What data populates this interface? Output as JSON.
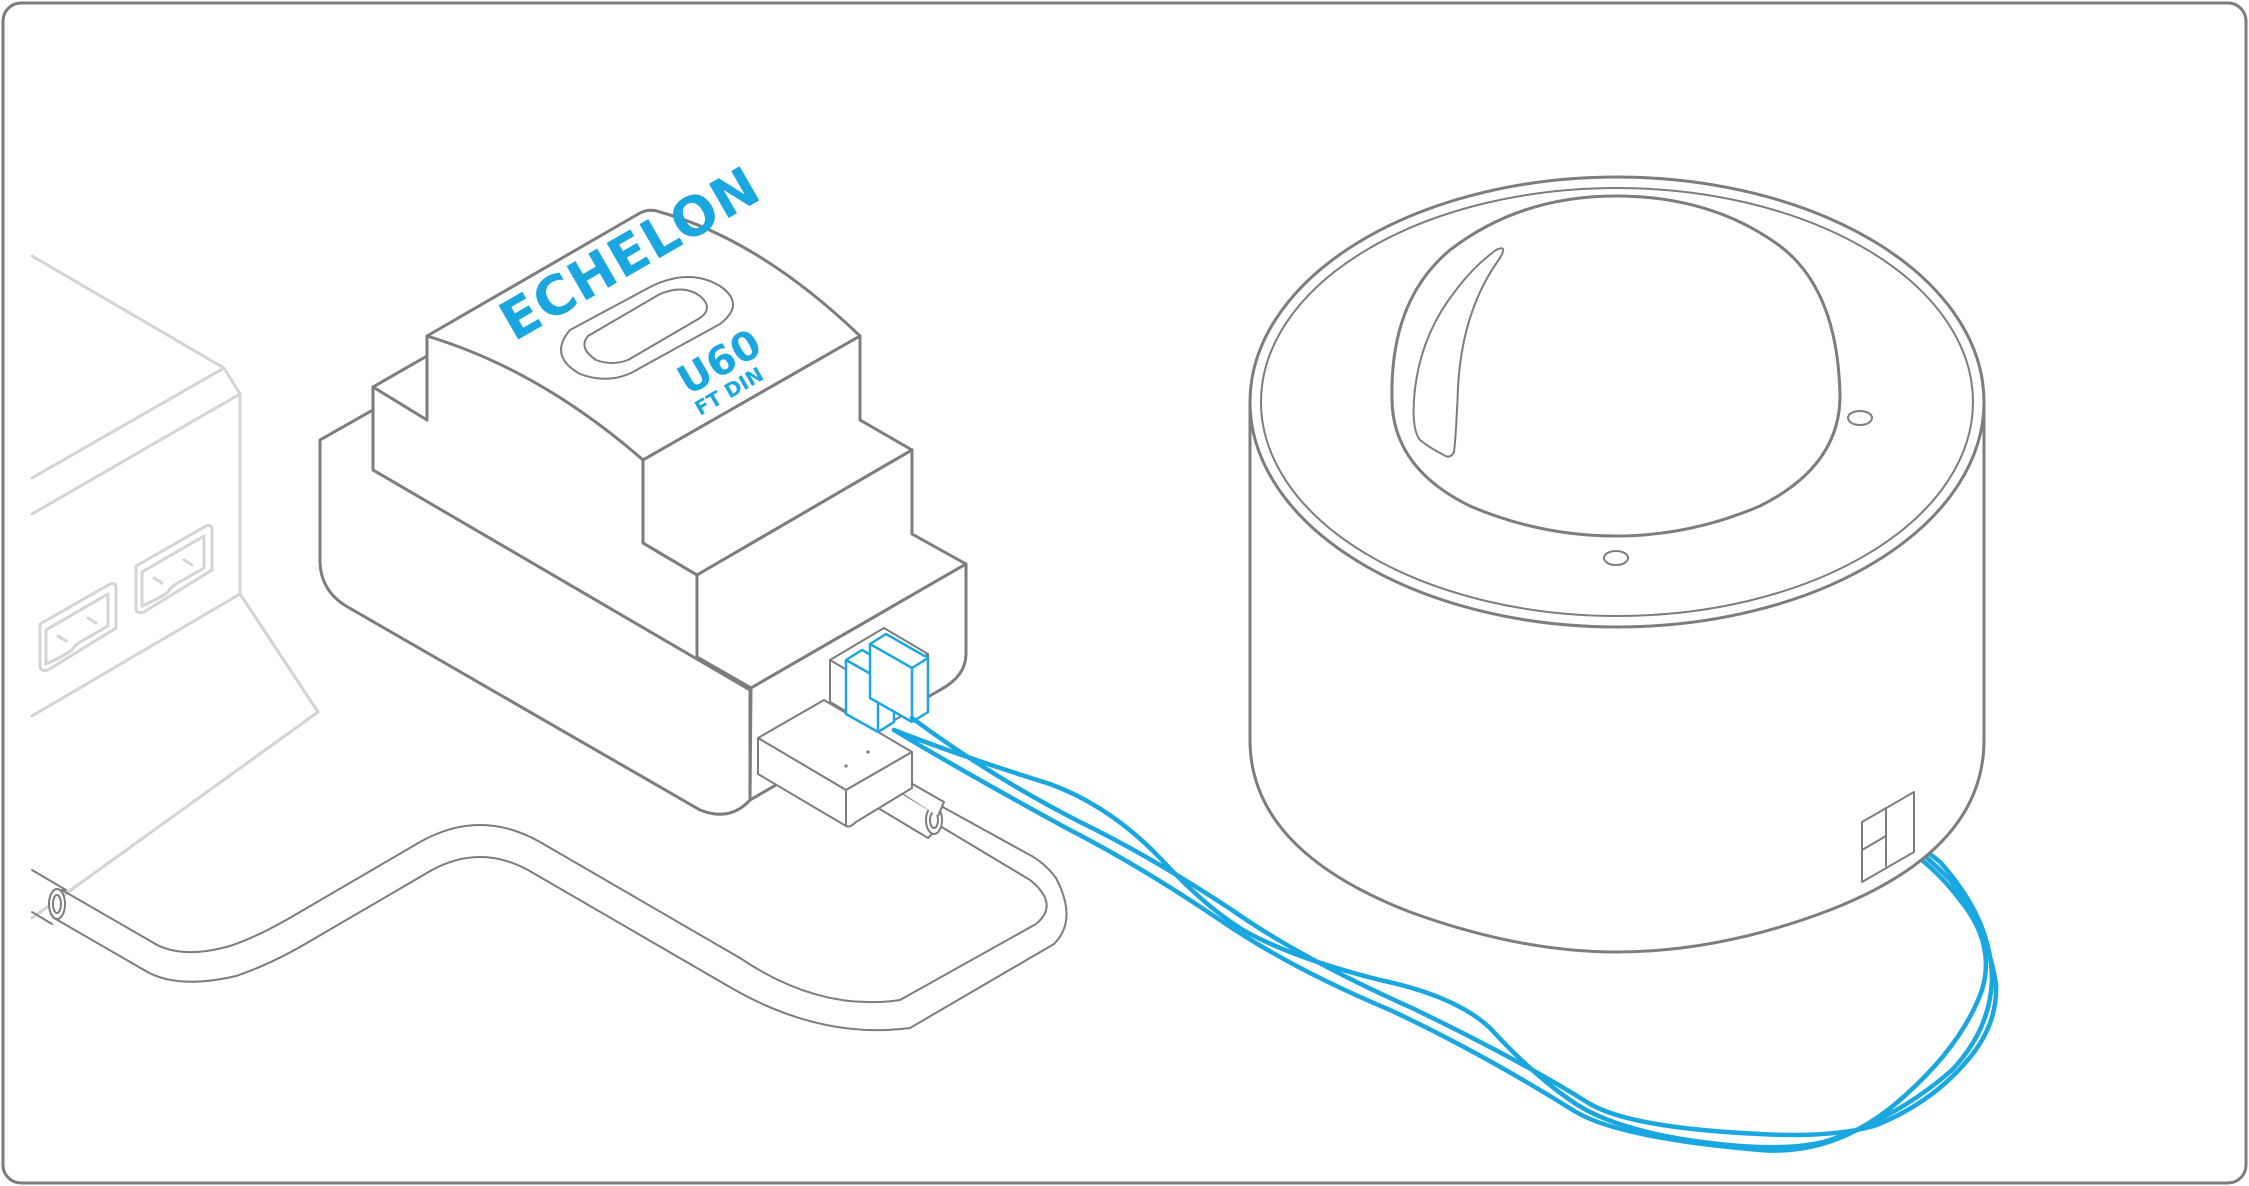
{
  "illustration": {
    "module": {
      "brand": "ECHELON",
      "model": "U60",
      "model_sub": "FT DIN"
    }
  },
  "colors": {
    "outline": "#7d7d7d",
    "faded_outline": "#d4d4d4",
    "brand_blue": "#1aa7e0",
    "background": "#ffffff"
  },
  "icons": {
    "module": "din-rail-module",
    "device": "round-dome-device",
    "computer": "computer-outline",
    "usb_cable": "usb-cable",
    "network_cable": "twisted-pair-cable"
  }
}
